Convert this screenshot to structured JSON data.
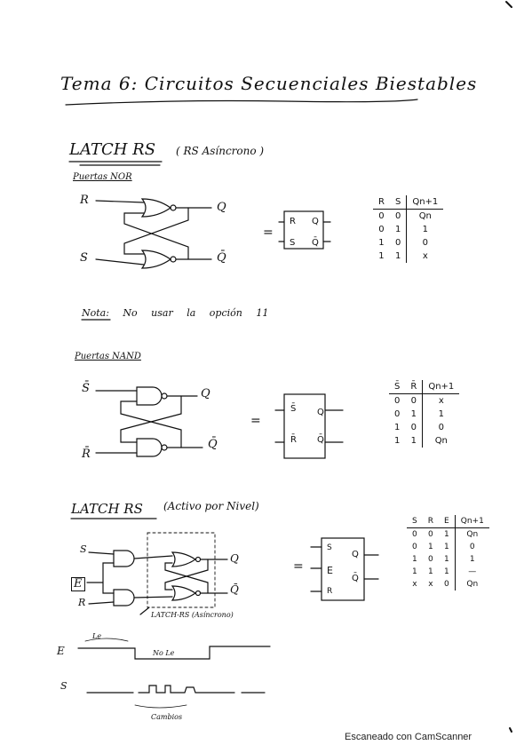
{
  "title": "Tema 6: Circuitos Secuenciales Biestables",
  "footer": "Escaneado con CamScanner",
  "section1": {
    "heading": "LATCH RS",
    "subheading": "( RS Asíncrono )",
    "gates_label": "Puertas NOR",
    "inputs": {
      "r": "R",
      "s": "S"
    },
    "outputs": {
      "q": "Q",
      "qbar": "Q̄"
    },
    "equals": "=",
    "block": {
      "r": "R",
      "s": "S",
      "q": "Q",
      "qbar": "Q̄"
    },
    "table": {
      "headers": [
        "R",
        "S",
        "Qn+1"
      ],
      "rows": [
        [
          "0",
          "0",
          "Qn"
        ],
        [
          "0",
          "1",
          "1"
        ],
        [
          "1",
          "0",
          "0"
        ],
        [
          "1",
          "1",
          "x"
        ]
      ]
    },
    "note": "Nota: No usar la opción 11"
  },
  "section2": {
    "gates_label": "Puertas NAND",
    "inputs": {
      "s": "S̄",
      "r": "R̄"
    },
    "outputs": {
      "q": "Q",
      "qbar": "Q̄"
    },
    "equals": "=",
    "block": {
      "s": "S̄",
      "r": "R̄",
      "q": "Q",
      "qbar": "Q̄"
    },
    "table": {
      "headers": [
        "S̄",
        "R̄",
        "Qn+1"
      ],
      "rows": [
        [
          "0",
          "0",
          "x"
        ],
        [
          "0",
          "1",
          "1"
        ],
        [
          "1",
          "0",
          "0"
        ],
        [
          "1",
          "1",
          "Qn"
        ]
      ]
    }
  },
  "section3": {
    "heading": "LATCH RS",
    "subheading": "(Activo por Nivel)",
    "inputs": {
      "s": "S",
      "e": "E",
      "r": "R"
    },
    "outputs": {
      "q": "Q",
      "qbar": "Q̄"
    },
    "inner_label": "LATCH-RS (Asíncrono)",
    "equals": "=",
    "block": {
      "s": "S",
      "e": "E",
      "r": "R",
      "q": "Q",
      "qbar": "Q̄"
    },
    "table": {
      "headers": [
        "S",
        "R",
        "E",
        "Qn+1"
      ],
      "rows": [
        [
          "0",
          "0",
          "1",
          "Qn"
        ],
        [
          "0",
          "1",
          "1",
          "0"
        ],
        [
          "1",
          "0",
          "1",
          "1"
        ],
        [
          "1",
          "1",
          "1",
          "—"
        ],
        [
          "x",
          "x",
          "0",
          "Qn"
        ]
      ]
    }
  },
  "timing": {
    "e_label": "E",
    "s_label": "S",
    "ann_le": "Le",
    "ann_no_le": "No Le",
    "ann_cambios": "Cambios"
  }
}
